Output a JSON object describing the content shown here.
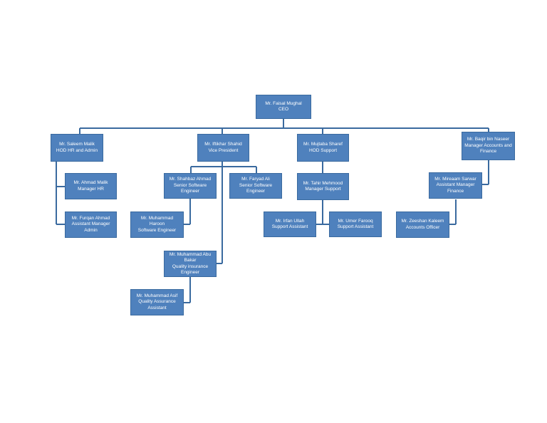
{
  "theme": {
    "box_fill": "#4f81bd",
    "box_border": "#3a6a9f",
    "line_color": "#3a6a9f",
    "text_color": "#ffffff"
  },
  "nodes": {
    "ceo": {
      "name": "Mr. Faisal Mughal",
      "title": "CEO"
    },
    "saleem": {
      "name": "Mr. Saleem Malik",
      "title": "HOD HR and Admin"
    },
    "iftikhar": {
      "name": "Mr. Iftikhar Shahid",
      "title": "Vice President"
    },
    "mujtaba": {
      "name": "Mr. Mujtaba Sharef",
      "title": "HOD Support"
    },
    "baqir": {
      "name": "Mr. Baqir bin Naseer",
      "title": "Manager Accounts and Finance"
    },
    "ahmad": {
      "name": "Mr. Ahmad Malik",
      "title": "Manager HR"
    },
    "furqan": {
      "name": "Mr. Furqan Ahmad",
      "title": "Assistant Manager Admin"
    },
    "shahbaz": {
      "name": "Mr. Shahbaz Ahmad",
      "title": "Senior Software Engineer"
    },
    "faryad": {
      "name": "Mr. Faryad Ali",
      "title": "Senior Software Engineer"
    },
    "haroon": {
      "name": "Mr. Muhammad Haroon",
      "title": "Software Engineer"
    },
    "abubakar": {
      "name": "Mr. Muhammad Abu Bakar",
      "title": "Quality insurance Engineer"
    },
    "asif": {
      "name": "Mr. Muhammad Asif",
      "title": "Quality Assurance Assistant"
    },
    "tahir": {
      "name": "Mr. Tahir Mehmood",
      "title": "Manager Support"
    },
    "irfan": {
      "name": "Mr. Irfan Ullah",
      "title": "Support Assistant"
    },
    "umer": {
      "name": "Mr. Umer Farooq",
      "title": "Support Assistant"
    },
    "mireaam": {
      "name": "Mr. Mireaam Sarwar",
      "title": "Assistant Manager Finance"
    },
    "zeeshan": {
      "name": "Mr. Zeeshan Kaleem",
      "title": "Accounts Officer"
    }
  }
}
